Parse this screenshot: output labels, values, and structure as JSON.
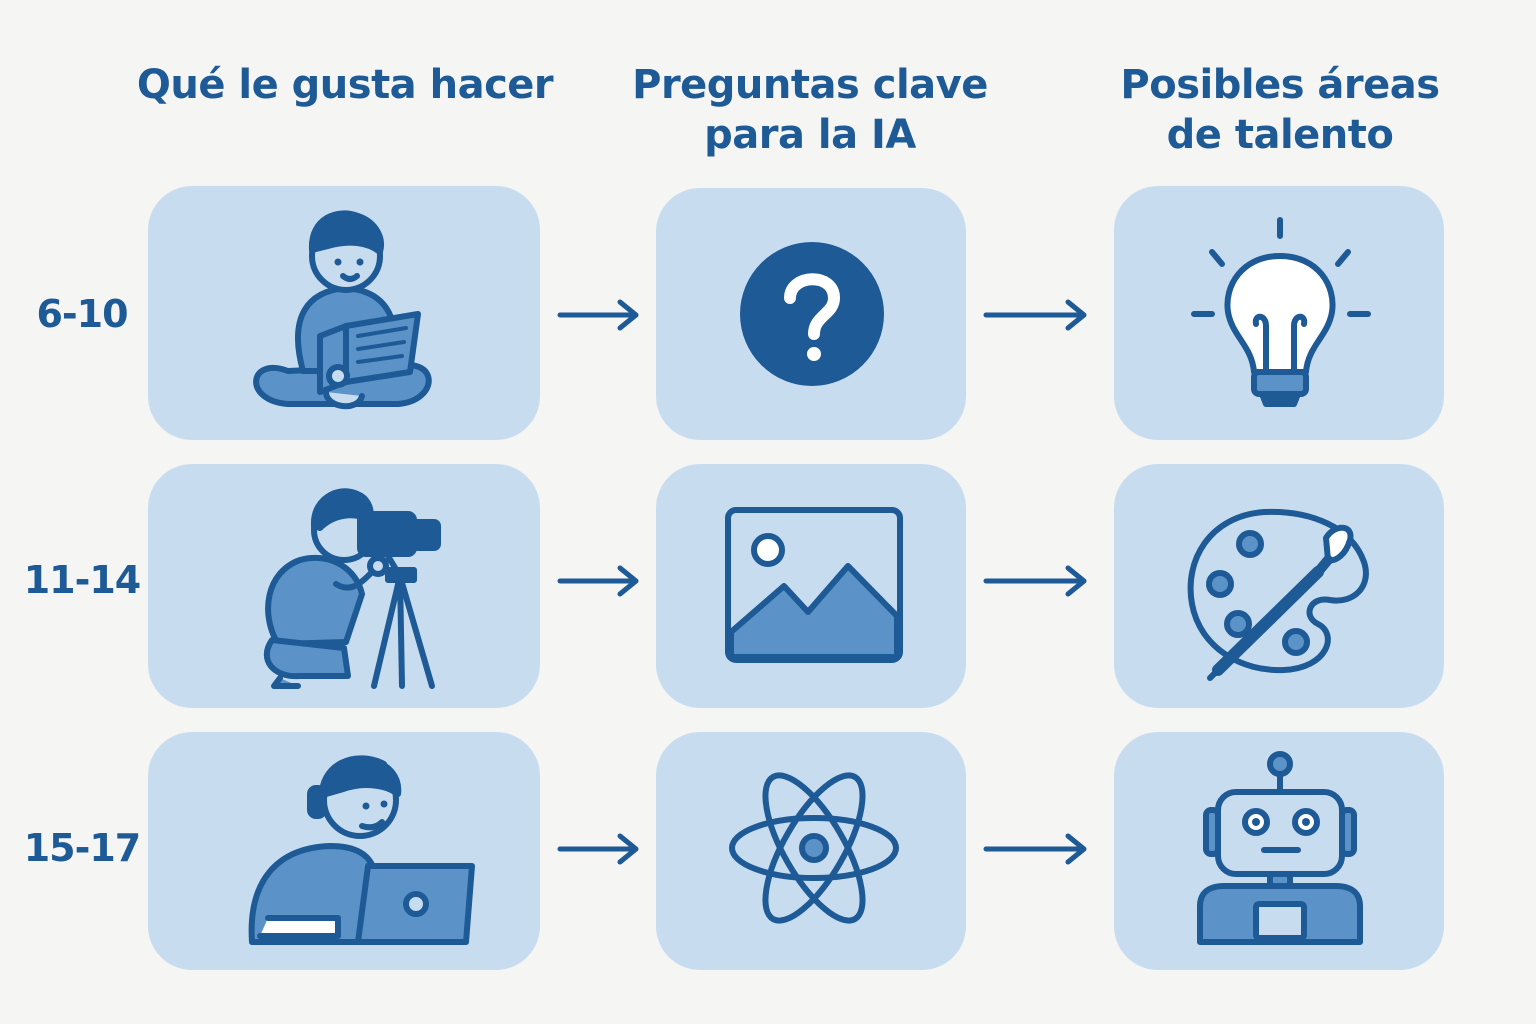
{
  "columns": [
    {
      "title": "Qué le gusta hacer"
    },
    {
      "title": "Preguntas clave\npara la IA"
    },
    {
      "title": "Posibles áreas\nde talento"
    }
  ],
  "rows": [
    {
      "age": "6-10",
      "activity": "reading-child-icon",
      "question": "question-mark-icon",
      "talent": "lightbulb-icon"
    },
    {
      "age": "11-14",
      "activity": "photographer-child-icon",
      "question": "image-icon",
      "talent": "paint-palette-icon"
    },
    {
      "age": "15-17",
      "activity": "teen-laptop-icon",
      "question": "atom-icon",
      "talent": "robot-icon"
    }
  ],
  "colors": {
    "primary": "#1e5a96",
    "card": "#c8dcf0",
    "fill_mid": "#5b93c8",
    "background": "#f5f5f4"
  }
}
